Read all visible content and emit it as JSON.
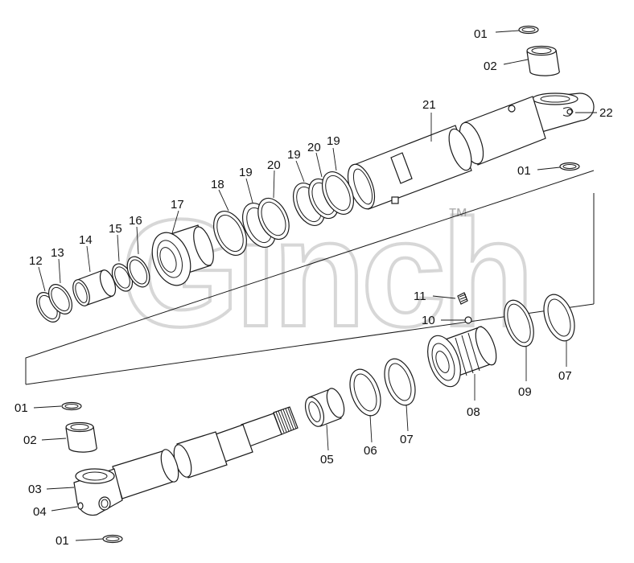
{
  "watermark": {
    "text": "Ginch",
    "trademark": "™"
  },
  "labels": {
    "l01_a": "01",
    "l02_a": "02",
    "l22": "22",
    "l21": "21",
    "l01_b": "01",
    "l18": "18",
    "l19_a": "19",
    "l20_a": "20",
    "l19_b": "19",
    "l20_b": "20",
    "l19_c": "19",
    "l17": "17",
    "l12": "12",
    "l13": "13",
    "l14": "14",
    "l15": "15",
    "l16": "16",
    "l11": "11",
    "l10": "10",
    "l09": "09",
    "l07_a": "07",
    "l08": "08",
    "l07_b": "07",
    "l06": "06",
    "l05": "05",
    "l01_c": "01",
    "l02_b": "02",
    "l03": "03",
    "l04": "04",
    "l01_d": "01"
  }
}
